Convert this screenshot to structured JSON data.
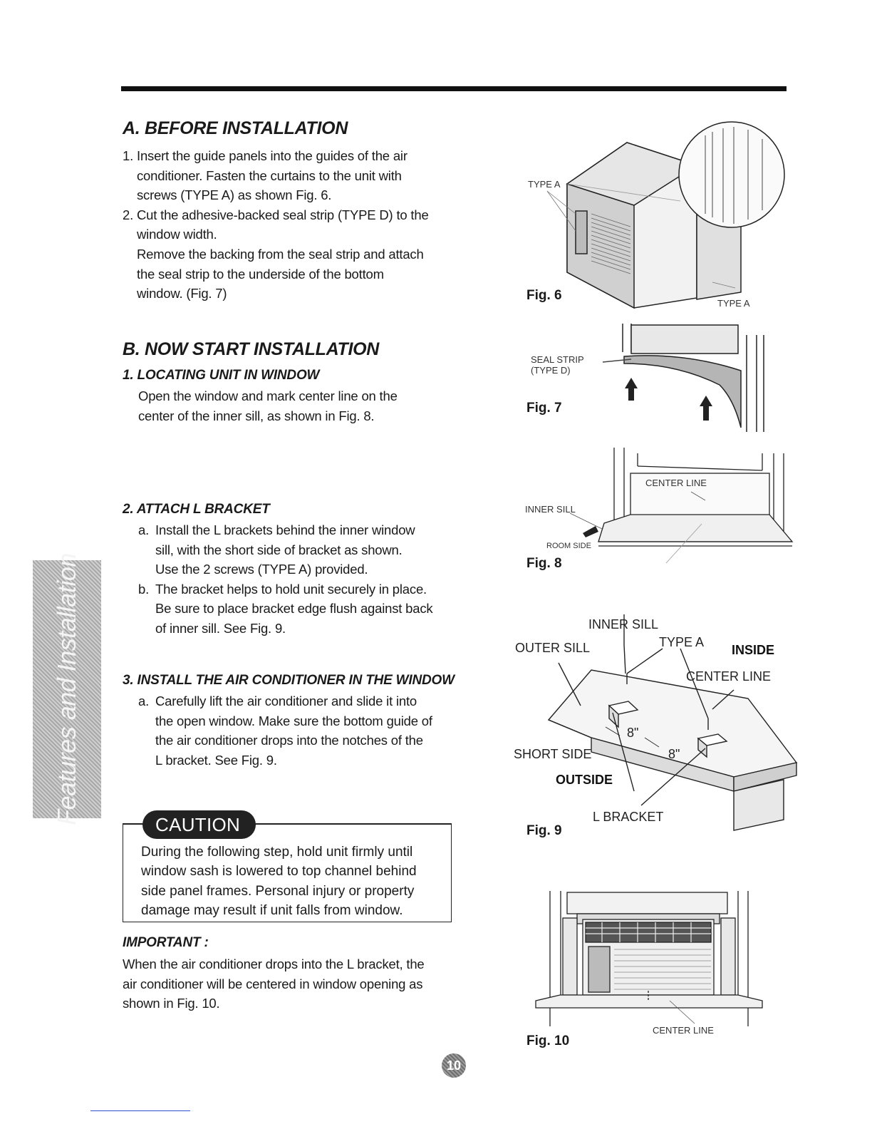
{
  "side_tab": "Features and Installation",
  "sectionA": {
    "title": "A. BEFORE INSTALLATION",
    "items": [
      {
        "num": "1.",
        "lines": [
          "Insert the guide panels into the guides of the air",
          "conditioner. Fasten the curtains to the unit with",
          "screws (TYPE A) as shown Fig. 6."
        ]
      },
      {
        "num": "2.",
        "lines": [
          "Cut the adhesive-backed seal strip (TYPE D) to the",
          "window width.",
          "Remove the backing from the seal strip and attach",
          "the seal strip to the underside of the bottom",
          "window. (Fig. 7)"
        ]
      }
    ]
  },
  "sectionB": {
    "title": "B. NOW START INSTALLATION",
    "step1": {
      "title": "1. LOCATING UNIT IN WINDOW",
      "lines": [
        "Open the window and mark center line on the",
        "center of the inner sill, as shown in Fig. 8."
      ]
    },
    "step2": {
      "title": "2. ATTACH L BRACKET",
      "items": [
        {
          "num": "a.",
          "lines": [
            "Install the L brackets behind the inner window",
            "sill, with the short side of bracket as shown.",
            "Use the 2 screws (TYPE A) provided."
          ]
        },
        {
          "num": "b.",
          "lines": [
            "The bracket helps to hold unit securely in place.",
            "Be sure to place bracket edge flush against back",
            "of inner sill. See Fig. 9."
          ]
        }
      ]
    },
    "step3": {
      "title": "3. INSTALL THE AIR CONDITIONER IN THE WINDOW",
      "items": [
        {
          "num": "a.",
          "lines": [
            "Carefully lift the air conditioner and slide it into",
            "the open window. Make sure the bottom guide of",
            "the air conditioner drops into the notches of the",
            "L bracket. See Fig. 9."
          ]
        }
      ]
    }
  },
  "caution": {
    "label": "CAUTION",
    "lines": [
      "During the following step, hold unit firmly until",
      "window sash is lowered to top channel behind",
      "side panel frames. Personal injury or property",
      "damage may result if unit falls from window."
    ]
  },
  "important": {
    "title": "IMPORTANT :",
    "lines": [
      "When the air conditioner drops into the L bracket, the",
      "air conditioner will be centered in window opening as",
      "shown in Fig. 10."
    ]
  },
  "figures": {
    "fig6": {
      "label": "Fig. 6",
      "type_a_1": "TYPE A",
      "type_a_2": "TYPE A"
    },
    "fig7": {
      "label": "Fig. 7",
      "seal_strip": "SEAL STRIP",
      "type_d": "(TYPE D)"
    },
    "fig8": {
      "label": "Fig. 8",
      "center_line": "CENTER LINE",
      "inner_sill": "INNER SILL",
      "room_side": "ROOM SIDE"
    },
    "fig9": {
      "label": "Fig. 9",
      "inner_sill": "INNER SILL",
      "outer_sill": "OUTER SILL",
      "type_a": "TYPE A",
      "inside": "INSIDE",
      "center_line": "CENTER LINE",
      "dim1": "8\"",
      "dim2": "8\"",
      "short_side": "SHORT SIDE",
      "outside": "OUTSIDE",
      "l_bracket": "L BRACKET"
    },
    "fig10": {
      "label": "Fig. 10",
      "center_line": "CENTER LINE"
    }
  },
  "page_number": "10"
}
